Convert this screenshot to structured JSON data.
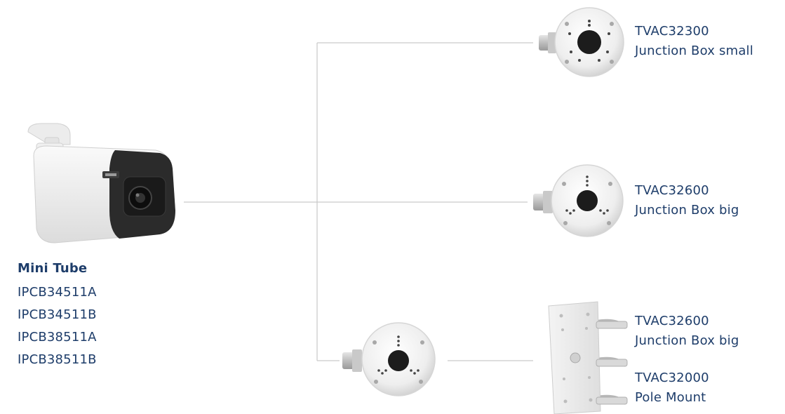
{
  "camera": {
    "name": "Mini Tube",
    "models": [
      "IPCB34511A",
      "IPCB34511B",
      "IPCB38511A",
      "IPCB38511B"
    ]
  },
  "accessories": {
    "small_box": {
      "code": "TVAC32300",
      "name": "Junction Box small"
    },
    "big_box": {
      "code": "TVAC32600",
      "name": "Junction Box big"
    },
    "pole_box": {
      "code": "TVAC32600",
      "name": "Junction Box big"
    },
    "pole_mount": {
      "code": "TVAC32000",
      "name": "Pole Mount"
    }
  },
  "colors": {
    "text": "#1e3d6a",
    "connector": "#c9c9c9",
    "device_body": "#f1f1f1",
    "device_dark": "#2a2a2a"
  }
}
